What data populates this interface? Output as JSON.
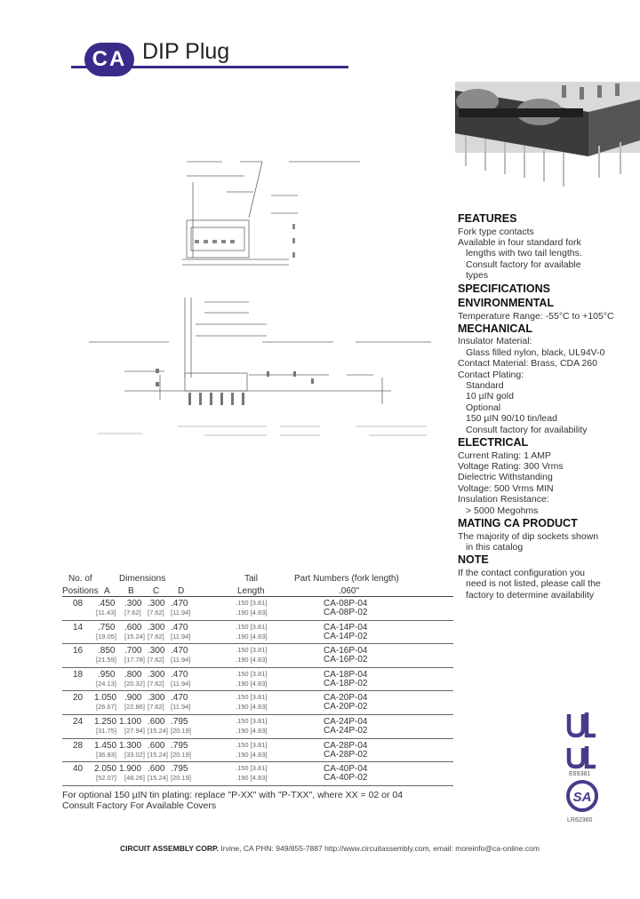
{
  "header": {
    "logo_text": "CA",
    "title": "DIP Plug",
    "brand_color": "#3a2a8a"
  },
  "features": {
    "heading": "FEATURES",
    "lines": [
      "Fork type contacts",
      "Available in four standard fork"
    ],
    "indented": [
      "lengths with two tail lengths.",
      "Consult factory for available",
      "types"
    ]
  },
  "specifications": {
    "heading": "SPECIFICATIONS",
    "environmental_heading": "ENVIRONMENTAL",
    "temperature": "Temperature Range: -55°C to +105°C",
    "mechanical_heading": "MECHANICAL",
    "insulator_label": "Insulator Material:",
    "insulator_value": "Glass filled nylon, black, UL94V-0",
    "contact_material": "Contact Material: Brass, CDA 260",
    "contact_plating_label": "Contact Plating:",
    "plating_lines": [
      "Standard",
      "10 µIN gold",
      "Optional",
      "150 µIN 90/10 tin/lead",
      "Consult factory for availability"
    ]
  },
  "electrical": {
    "heading": "ELECTRICAL",
    "lines": [
      "Current Rating: 1 AMP",
      "Voltage Rating: 300 Vrms",
      "Dielectric Withstanding",
      "Voltage: 500 Vrms MIN",
      "Insulation Resistance:"
    ],
    "indented": [
      "> 5000 Megohms"
    ]
  },
  "mating": {
    "heading": "MATING CA PRODUCT",
    "line": "The majority of dip sockets shown",
    "indented": "in this catalog"
  },
  "note": {
    "heading": "NOTE",
    "line": "If the contact configuration you",
    "indented": [
      "need is not listed, please call the",
      "factory to determine availability"
    ]
  },
  "table": {
    "headers": {
      "no_of": "No. of",
      "positions": "Positions",
      "dimensions": "Dimensions",
      "a": "A",
      "b": "B",
      "c": "C",
      "d": "D",
      "tail": "Tail",
      "length": "Length",
      "part_numbers": "Part Numbers (fork length)",
      "fork": ".060\""
    },
    "rows": [
      {
        "pos": "08",
        "a": ".450",
        "b": ".300",
        "c": ".300",
        "d": ".470",
        "am": "[11.43]",
        "bm": "[7.62]",
        "cm": "[7.62]",
        "dm": "[11.94]",
        "t1": ".150 [3.81]",
        "t2": ".190 [4.83]",
        "p1": "CA-08P-04",
        "p2": "CA-08P-02"
      },
      {
        "pos": "14",
        "a": ".750",
        "b": ".600",
        "c": ".300",
        "d": ".470",
        "am": "[19.05]",
        "bm": "[15.24]",
        "cm": "[7.62]",
        "dm": "[11.94]",
        "t1": ".150 [3.81]",
        "t2": ".190 [4.83]",
        "p1": "CA-14P-04",
        "p2": "CA-14P-02"
      },
      {
        "pos": "16",
        "a": ".850",
        "b": ".700",
        "c": ".300",
        "d": ".470",
        "am": "[21.59]",
        "bm": "[17.78]",
        "cm": "[7.62]",
        "dm": "[11.94]",
        "t1": ".150 [3.81]",
        "t2": ".190 [4.83]",
        "p1": "CA-16P-04",
        "p2": "CA-16P-02"
      },
      {
        "pos": "18",
        "a": ".950",
        "b": ".800",
        "c": ".300",
        "d": ".470",
        "am": "[24.13]",
        "bm": "[20.32]",
        "cm": "[7.62]",
        "dm": "[11.94]",
        "t1": ".150 [3.81]",
        "t2": ".190 [4.83]",
        "p1": "CA-18P-04",
        "p2": "CA-18P-02"
      },
      {
        "pos": "20",
        "a": "1.050",
        "b": ".900",
        "c": ".300",
        "d": ".470",
        "am": "[26.67]",
        "bm": "[22.86]",
        "cm": "[7.62]",
        "dm": "[11.94]",
        "t1": ".150 [3.81]",
        "t2": ".190 [4.83]",
        "p1": "CA-20P-04",
        "p2": "CA-20P-02"
      },
      {
        "pos": "24",
        "a": "1.250",
        "b": "1.100",
        "c": ".600",
        "d": ".795",
        "am": "[31.75]",
        "bm": "[27.94]",
        "cm": "[15.24]",
        "dm": "[20.19]",
        "t1": ".150 [3.81]",
        "t2": ".190 [4.83]",
        "p1": "CA-24P-04",
        "p2": "CA-24P-02"
      },
      {
        "pos": "28",
        "a": "1.450",
        "b": "1.300",
        "c": ".600",
        "d": ".795",
        "am": "[36.83]",
        "bm": "[33.02]",
        "cm": "[15.24]",
        "dm": "[20.19]",
        "t1": ".150 [3.81]",
        "t2": ".190 [4.83]",
        "p1": "CA-28P-04",
        "p2": "CA-28P-02"
      },
      {
        "pos": "40",
        "a": "2.050",
        "b": "1.900",
        "c": ".600",
        "d": ".795",
        "am": "[52.07]",
        "bm": "[48.26]",
        "cm": "[15.24]",
        "dm": "[20.19]",
        "t1": ".150 [3.81]",
        "t2": ".190 [4.83]",
        "p1": "CA-40P-04",
        "p2": "CA-40P-02"
      }
    ]
  },
  "notes": {
    "line1": "For optional 150 µIN tin plating: replace \"P-XX\" with \"P-TXX\", where XX = 02 or 04",
    "line2": "Consult Factory For Available Covers"
  },
  "footer": {
    "company": "CIRCUIT ASSEMBLY CORP.",
    "details": "Irvine, CA  PHN: 949/855-7887  http://www.circuitassembly.com, email: moreinfo@ca-online.com"
  },
  "marks": {
    "ul_file": "E69381",
    "csa_file": "LR62360"
  }
}
